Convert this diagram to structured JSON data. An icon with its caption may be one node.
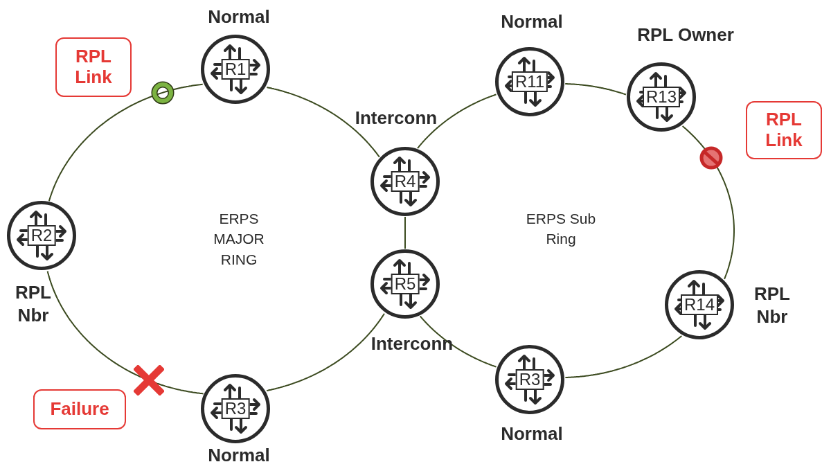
{
  "diagram": {
    "nodes": [
      {
        "text": [
          "R1"
        ],
        "beside": [
          "Normal"
        ]
      },
      {
        "text": [
          "R2"
        ],
        "beside": [
          "RPL Nbr"
        ]
      },
      {
        "text": [
          "R3"
        ],
        "beside": [
          "Normal"
        ]
      },
      {
        "text": [
          "R4"
        ],
        "beside": [
          "Interconn"
        ]
      },
      {
        "text": [
          "R5"
        ],
        "beside": [
          "Interconn"
        ]
      },
      {
        "text": [
          "R11"
        ],
        "beside": [
          "Normal"
        ]
      },
      {
        "text": [
          "R13"
        ],
        "beside": [
          "RPL Owner"
        ]
      },
      {
        "text": [
          "R14"
        ],
        "beside": [
          "RPL Nbr"
        ]
      },
      {
        "text": [
          "R3"
        ],
        "beside": [
          "Normal"
        ]
      },
      {
        "text": [
          "RPL Link"
        ]
      },
      {
        "text": [
          "RPL Link"
        ]
      },
      {
        "text": [
          "Failure"
        ]
      }
    ],
    "edges": [
      {
        "from": 0,
        "to": 1,
        "arrow": "none"
      },
      {
        "from": 1,
        "to": 2,
        "arrow": "none"
      },
      {
        "from": 2,
        "to": 4,
        "arrow": "none"
      },
      {
        "from": 4,
        "to": 3,
        "arrow": "none"
      },
      {
        "from": 3,
        "to": 0,
        "arrow": "none"
      },
      {
        "from": 3,
        "to": 5,
        "arrow": "none"
      },
      {
        "from": 5,
        "to": 6,
        "arrow": "none"
      },
      {
        "from": 6,
        "to": 7,
        "arrow": "none"
      },
      {
        "from": 7,
        "to": 8,
        "arrow": "none"
      },
      {
        "from": 8,
        "to": 4,
        "arrow": "none"
      }
    ],
    "labels": [
      "ERPS MAJOR RING",
      "ERPS Sub Ring"
    ]
  }
}
